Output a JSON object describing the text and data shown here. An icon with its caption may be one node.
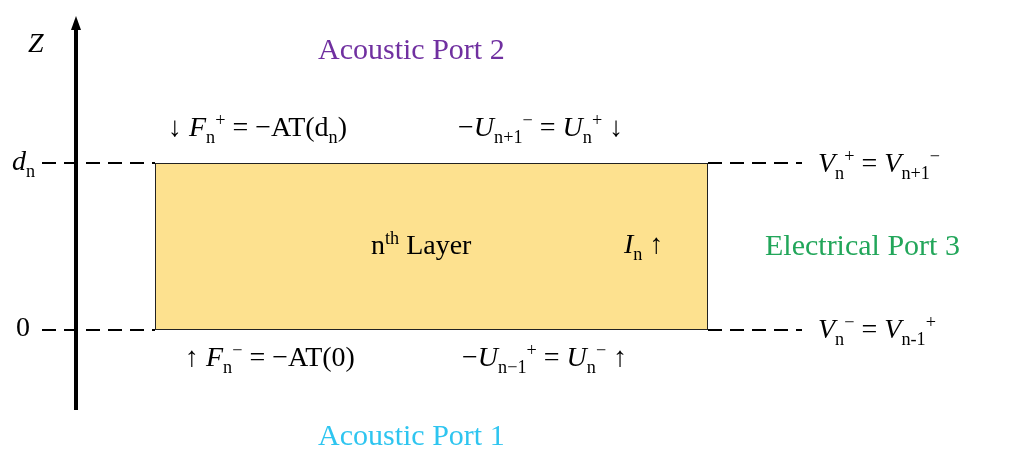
{
  "diagram": {
    "nodes": [
      {
        "text": [
          "n$^{th}$ Layer",
          "*I*$_{n}$ ↑"
        ]
      }
    ],
    "edges": [],
    "labels": [
      "*Z*",
      "Acoustic Port 2",
      "↓ *F*$_{n}$$^{+}$ = −AT(d$_{n}$)",
      "−*U*$_{n+1}$$^{−}$ = *U*$_{n}$$^{+}$ ↓",
      "*d*$_{n}$",
      "*V*$_{n}$$^{+}$ = *V*$_{n+1}$$^{−}$",
      "Electrical Port 3",
      "0",
      "*V*$_{n}$$^{−}$ = *V*$_{n-1}$$^{+}$",
      "↑ *F*$_{n}$$^{−}$ = −AT(0)",
      "−*U*$_{n−1}$$^{+}$ = *U*$_{n}$$^{−}$ ↑",
      "Acoustic Port 1"
    ]
  }
}
